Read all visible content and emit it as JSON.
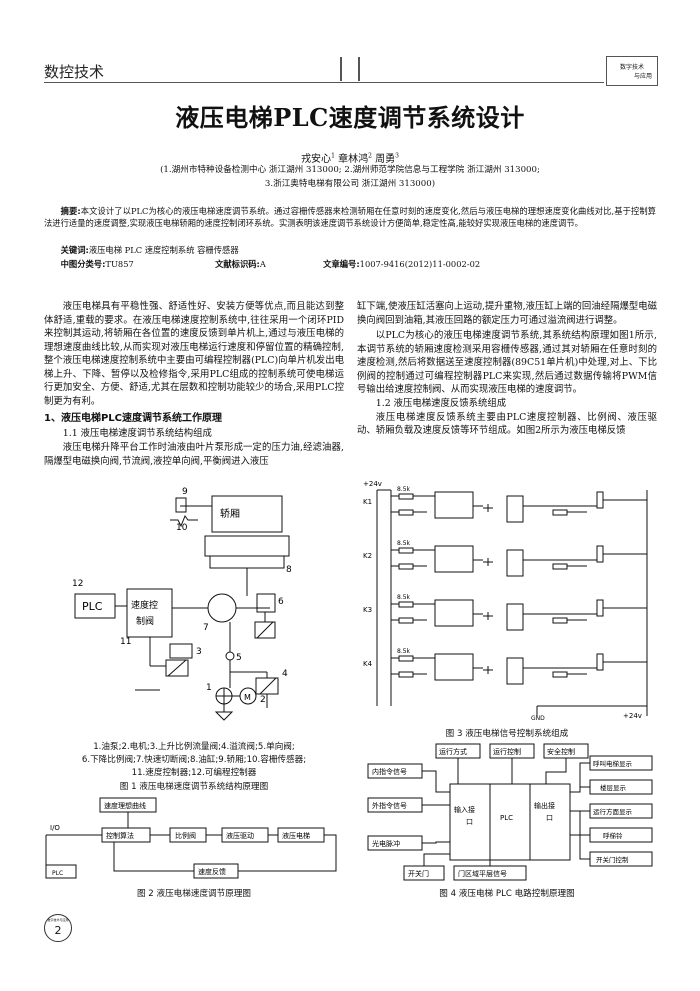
{
  "header": {
    "section": "数控技术",
    "corner_top": "数字技术",
    "corner_bottom": "与应用"
  },
  "title": "液压电梯PLC速度调节系统设计",
  "authors": {
    "a1": "戎安心",
    "a1_sup": "1",
    "a2": "章林鸿",
    "a2_sup": "2",
    "a3": "周勇",
    "a3_sup": "3",
    "aff1": "(1.湖州市特种设备检测中心  浙江湖州  313000;  2.湖州师范学院信息与工程学院  浙江湖州  313000;",
    "aff2": "3.浙江奥特电梯有限公司  浙江湖州  313000)"
  },
  "abstract": {
    "label": "摘要:",
    "text": "本文设计了以PLC为核心的液压电梯速度调节系统。通过容栅传感器来检测轿厢在任意时刻的速度变化,然后与液压电梯的理想速度变化曲线对比,基于控制算法进行适量的速度调整,实现液压电梯轿厢的速度控制闭环系统。实测表明该速度调节系统设计方便简单,稳定性高,能较好实现液压电梯的速度调节。",
    "kw_label": "关键词:",
    "keywords": "液压电梯  PLC  速度控制系统  容栅传感器",
    "cls_label": "中图分类号:",
    "cls": "TU857",
    "doc_label": "文献标识码:",
    "doc": "A",
    "art_label": "文章编号:",
    "art": "1007-9416(2012)11-0002-02"
  },
  "body": {
    "p1": "液压电梯具有平稳性强、舒适性好、安装方便等优点,而且能达到整体舒适,重载的要求。在液压电梯速度控制系统中,往往采用一个闭环PID来控制其运动,将轿厢在各位置的速度反馈到单片机上,通过与液压电梯的理想速度曲线比较,从而实现对液压电梯运行速度和停留位置的精确控制,整个液压电梯速度控制系统中主要由可编程控制器(PLC)向单片机发出电梯上升、下降、暂停以及检修指令,采用PLC组成的控制系统可使电梯运行更加安全、方便、舒适,尤其在层数和控制功能较少的场合,采用PLC控制更为有利。",
    "h1": "1、液压电梯PLC速度调节系统工作原理",
    "h11": "1.1 液压电梯速度调节系统结构组成",
    "p2": "液压电梯升降平台工作时油液由叶片泵形成一定的压力油,经滤油器,隔爆型电磁换向阀,节流阀,液控单向阀,平衡阀进入液压",
    "p3": "缸下端,使液压缸活塞向上运动,提升重物,液压缸上端的回油经隔爆型电磁换向阀回到油箱,其液压回路的额定压力可通过溢流阀进行调整。",
    "p4": "以PLC为核心的液压电梯速度调节系统,其系统结构原理如图1所示,本调节系统的轿厢速度检测采用容栅传感器,通过其对轿厢在任意时刻的速度检测,然后将数据送至速度控制器(89C51单片机)中处理,对上、下比例阀的控制通过可编程控制器PLC来实现,然后通过数据传输将PWM信号输出给速度控制阀、从而实现液压电梯的速度调节。",
    "h12": "1.2 液压电梯速度反馈系统组成",
    "p5": "液压电梯速度反馈系统主要由PLC速度控制器、比例阀、液压驱动、轿厢负载及速度反馈等环节组成。如图2所示为液压电梯反馈"
  },
  "fig1": {
    "lbl_jiaoxiang": "轿厢",
    "lbl_plc": "PLC",
    "lbl_sdkz1": "速度控",
    "lbl_sdkz2": "制阀",
    "n12": "12",
    "n11": "11",
    "n10": "10",
    "n9": "9",
    "n8": "8",
    "n7": "7",
    "n6": "6",
    "n5": "5",
    "n4": "4",
    "n3": "3",
    "n2": "2",
    "n1": "1",
    "m": "M",
    "legend1": "1.油泵;2.电机;3.上升比例流量阀;4.溢流阀;5.单向阀;",
    "legend2": "6.下降比例阀;7.快速切断阀;8.油缸;9.轿厢;10.容栅传感器;",
    "legend3": "11.速度控制器;12.可编程控制器",
    "caption": "图 1  液压电梯速度调节系统结构原理图"
  },
  "fig2": {
    "curve": "速度理想曲线",
    "io": "I/O",
    "plc": "PLC",
    "algo": "控制算法",
    "prop": "比例阀",
    "drive": "液压驱动",
    "elev": "液压电梯",
    "fb": "速度反馈",
    "caption": "图 2  液压电梯速度调节原理图"
  },
  "fig3": {
    "v24": "+24v",
    "v24b": "+24v",
    "gnd": "GND",
    "k1": "K1",
    "k2": "K2",
    "k3": "K3",
    "k4": "K4",
    "r": "8.5k",
    "caption": "图 3  液压电梯信号控制系统组成"
  },
  "fig4": {
    "mode": "运行方式",
    "ctrl": "运行控制",
    "safe": "安全控制",
    "inner": "内指令信号",
    "outer": "外指令信号",
    "photo": "光电脉冲",
    "in_port": "输入接",
    "in_port2": "口",
    "plc": "PLC",
    "out_port": "输出接",
    "out_port2": "口",
    "sw_door": "开关门",
    "level": "门区域平层信号",
    "call": "呼叫电梯显示",
    "floor": "楼层显示",
    "dir": "运行方面显示",
    "bell": "呼梯铃",
    "door_ctrl": "开关门控制",
    "caption": "图 4  液压电梯 PLC 电路控制原理图"
  },
  "footer": {
    "page": "2",
    "badge": "数字技术与应用"
  }
}
